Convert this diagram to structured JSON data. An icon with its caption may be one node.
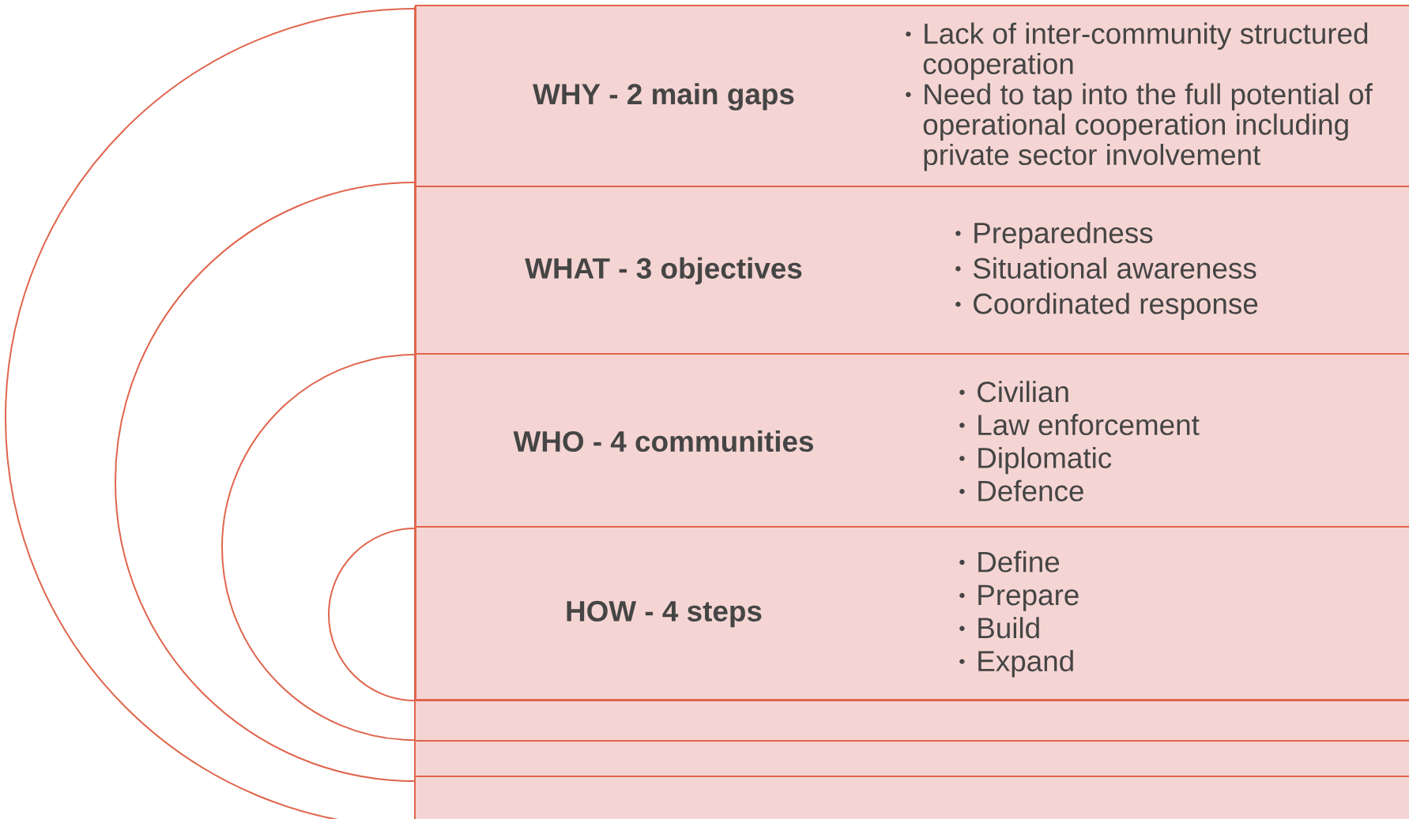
{
  "diagram": {
    "nodes": [
      {
        "text": [
          "WHY - 2 main gaps",
          "Lack of inter-community structured cooperation",
          "Need to tap into the full potential of operational cooperation including private sector involvement"
        ]
      },
      {
        "text": [
          "WHAT  - 3 objectives",
          "Preparedness",
          "Situational awareness",
          "Coordinated response"
        ]
      },
      {
        "text": [
          "WHO - 4 communities",
          "Civilian",
          "Law enforcement",
          "Diplomatic",
          "Defence"
        ]
      },
      {
        "text": [
          "HOW - 4 steps",
          "Define",
          "Prepare",
          "Build",
          "Expand"
        ]
      }
    ]
  }
}
